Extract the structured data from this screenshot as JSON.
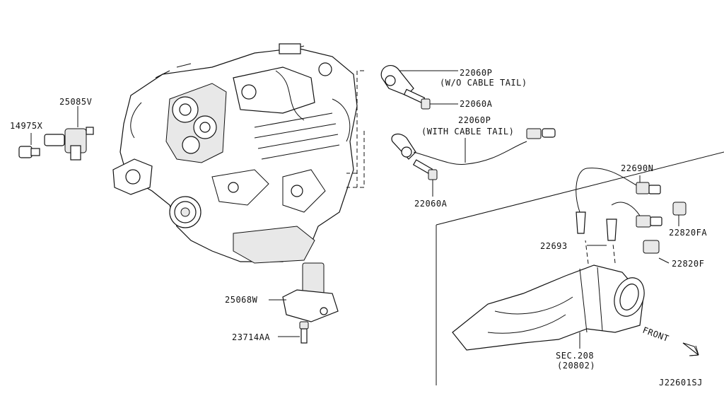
{
  "labels": {
    "p22060P_a": "22060P",
    "p22060P_a_note": "(W/O CABLE TAIL)",
    "p22060A_a": "22060A",
    "p22060P_b": "22060P",
    "p22060P_b_note": "(WITH CABLE TAIL)",
    "p22060A_b": "22060A",
    "p14975X": "14975X",
    "p25085V": "25085V",
    "p22690N": "22690N",
    "p22820FA": "22820FA",
    "p22693": "22693",
    "p22820F": "22820F",
    "p25068W": "25068W",
    "p23714AA": "23714AA",
    "sec": "SEC.208",
    "sec_sub": "(20802)",
    "front": "FRONT",
    "diagram_id": "J22601SJ"
  }
}
